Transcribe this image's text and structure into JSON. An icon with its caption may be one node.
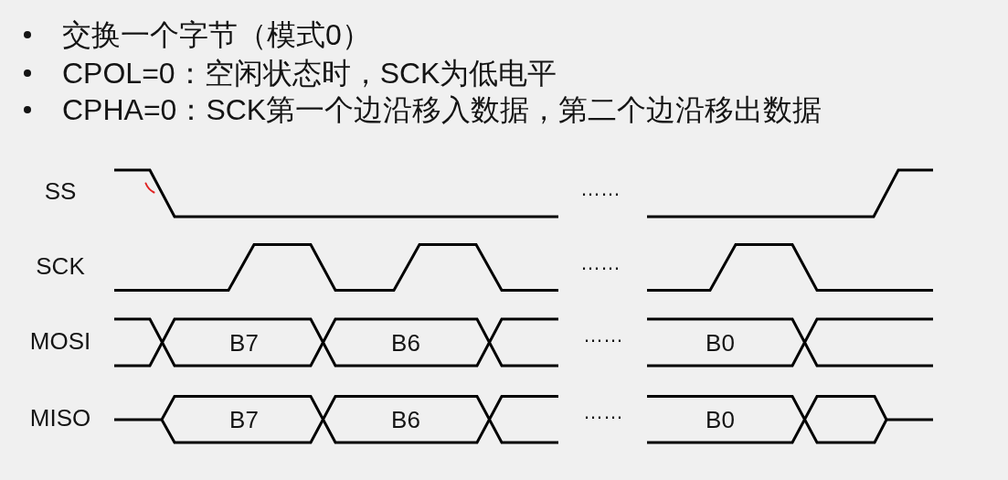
{
  "diagram": {
    "labels": [
      "交换一个字节（模式0）",
      "CPOL=0：空闲状态时，SCK为低电平",
      "CPHA=0：SCK第一个边沿移入数据，第二个边沿移出数据",
      "SS",
      "……",
      "SCK",
      "……",
      "MOSI",
      "B7",
      "B6",
      "……",
      "B0",
      "MISO",
      "B7",
      "B6",
      "……",
      "B0"
    ]
  }
}
